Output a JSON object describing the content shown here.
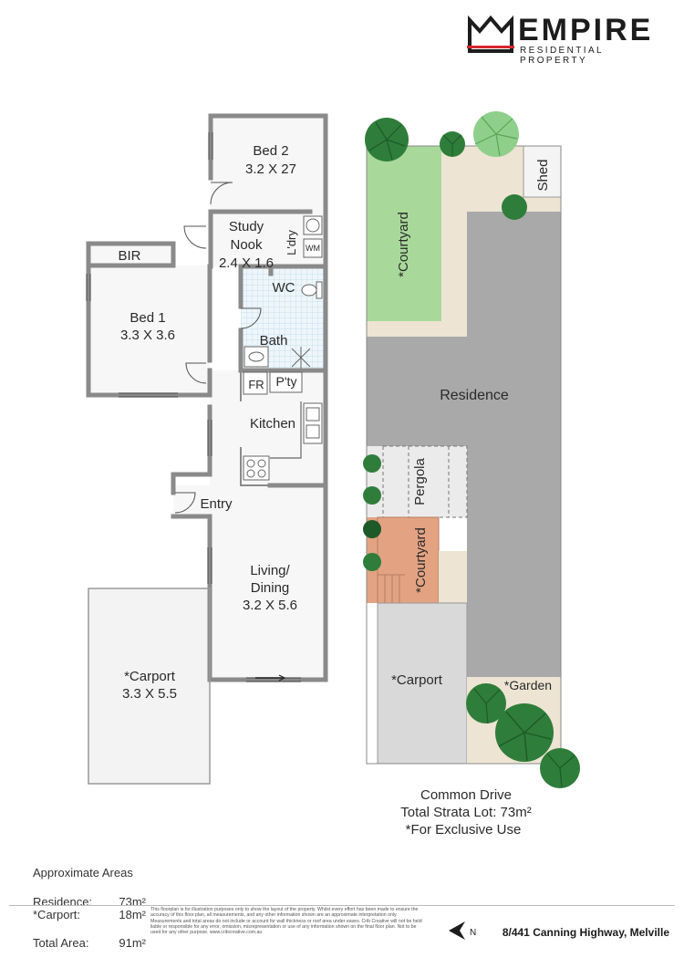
{
  "brand": {
    "name": "EMPIRE",
    "tagline": "RESIDENTIAL PROPERTY",
    "accent_color": "#d6262e"
  },
  "floor_plan": {
    "rooms": {
      "bed2": [
        "Bed 2",
        "3.2 X 27"
      ],
      "study": [
        "Study",
        "Nook",
        "2.4 X 1.6"
      ],
      "ldry": "L'dry",
      "wm": "WM",
      "bir": "BIR",
      "bed1": [
        "Bed 1",
        "3.3 X 3.6"
      ],
      "wc": "WC",
      "bath": "Bath",
      "fr": "FR",
      "pty": "P'ty",
      "kitchen": "Kitchen",
      "entry": "Entry",
      "living": [
        "Living/",
        "Dining",
        "3.2 X 5.6"
      ],
      "carport": [
        "*Carport",
        "3.3 X 5.5"
      ]
    }
  },
  "site_plan": {
    "shed": "Shed",
    "courtyard_top": "*Courtyard",
    "residence": "Residence",
    "pergola": "Pergola",
    "courtyard_bottom": "*Courtyard",
    "carport": "*Carport",
    "garden": "*Garden",
    "notes": [
      "Common Drive",
      "Total Strata Lot: 73m²",
      "*For Exclusive Use"
    ],
    "colors": {
      "courtyard_green": "#a8d99a",
      "residence_grey": "#a9a9a9",
      "courtyard_terracotta": "#e3a383",
      "carport_grey": "#d9d9d9",
      "paving_beige": "#ede4d3",
      "tree_dark": "#2f7d3a",
      "tree_light": "#8fcf8c"
    }
  },
  "areas": {
    "title": "Approximate Areas",
    "rows": [
      {
        "label": "Residence:",
        "value": "73m²"
      },
      {
        "label": "*Carport:",
        "value": "18m²"
      },
      {
        "label": "Total Area:",
        "value": "91m²"
      }
    ]
  },
  "disclaimer": "This floorplan is for illustration purposes only to show the layout of the property. Whilst every effort has been made to ensure the accuracy of this floor plan, all measurements, and any other information shown are an approximate interpretation only. Measurements and total areas do not include or account for wall thickness or roof area under eaves. Crib Creative will not be held liable or responsible for any error, omission, misrepresentation or use of any information shown on the final floor plan. Not to be used for any other purpose. www.cribcreative.com.au",
  "north_label": "N",
  "address": "8/441 Canning Highway, Melville"
}
